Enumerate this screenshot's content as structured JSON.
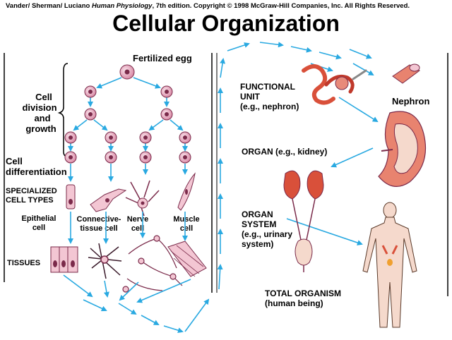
{
  "credit": {
    "authors": "Vander/ Sherman/ Luciano ",
    "book": "Human Physiology",
    "rest": ", 7th edition. Copyright © 1998 McGraw-Hill Companies, Inc. All Rights Reserved."
  },
  "title": "Cellular Organization",
  "left": {
    "fertilized_egg": "Fertilized egg",
    "cell_division": [
      "Cell",
      "division",
      "and",
      "growth"
    ],
    "cell_differentiation": [
      "Cell",
      "differentiation"
    ],
    "specialized": [
      "SPECIALIZED",
      "CELL TYPES"
    ],
    "epithelial": [
      "Epithelial",
      "cell"
    ],
    "connective": [
      "Connective-",
      "tissue cell"
    ],
    "nerve": [
      "Nerve",
      "cell"
    ],
    "muscle": [
      "Muscle",
      "cell"
    ],
    "tissues": "TISSUES"
  },
  "right": {
    "functional_unit": [
      "FUNCTIONAL",
      "UNIT",
      "(e.g., nephron)"
    ],
    "nephron": "Nephron",
    "organ": "ORGAN (e.g., kidney)",
    "organ_system": [
      "ORGAN",
      "SYSTEM",
      "(e.g., urinary",
      "system)"
    ],
    "total_organism": [
      "TOTAL ORGANISM",
      "(human being)"
    ]
  },
  "colors": {
    "arrow": "#29a9e1",
    "cell_fill": "#f3c6d3",
    "nucleus": "#7a2a4a",
    "organ_red": "#d9503a",
    "skin": "#f5d9cc"
  }
}
